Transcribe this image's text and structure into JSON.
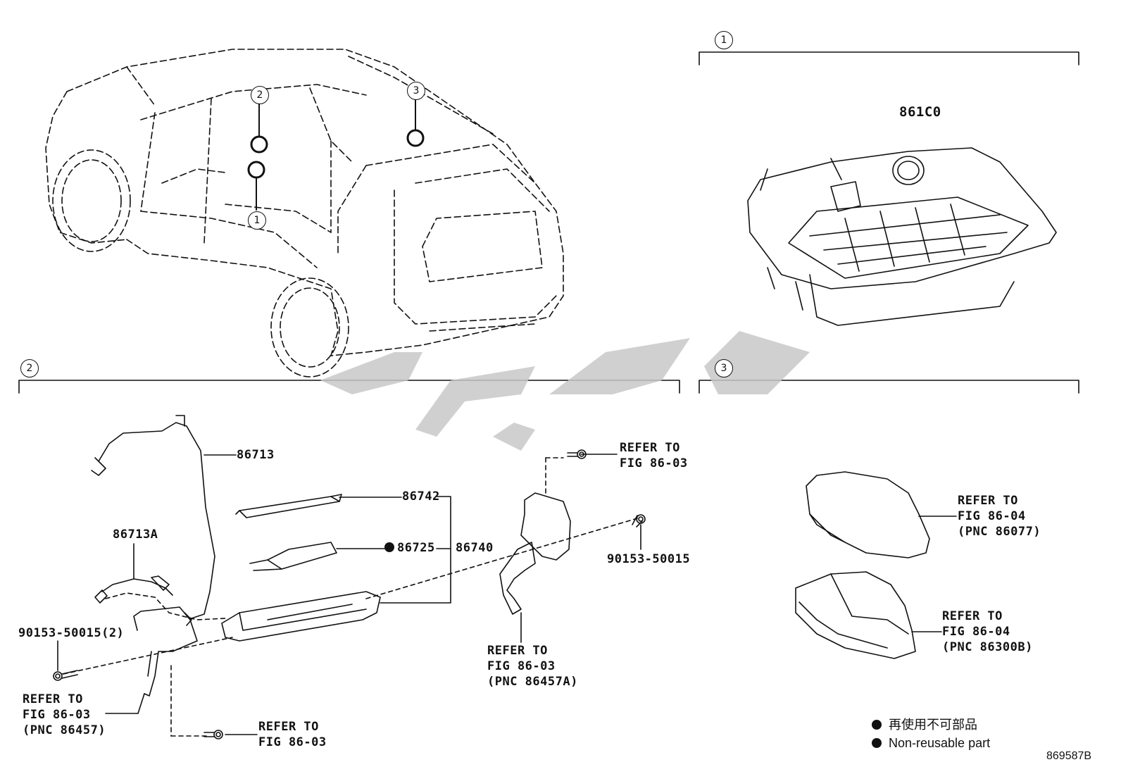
{
  "sections": {
    "s1": "1",
    "s2": "2",
    "s3": "3"
  },
  "car_callouts": [
    "2",
    "3",
    "1"
  ],
  "section1": {
    "part": "861C0"
  },
  "section2": {
    "p86713": "86713",
    "p86713A": "86713A",
    "p86742": "86742",
    "p86725": "86725",
    "p86740": "86740",
    "bolt_right": "90153-50015",
    "bolt_left": "90153-50015(2)",
    "refer_top_right": [
      "REFER TO",
      "FIG 86-03"
    ],
    "refer_bracket": [
      "REFER TO",
      "FIG 86-03",
      "(PNC 86457A)"
    ],
    "refer_left": [
      "REFER TO",
      "FIG 86-03",
      "(PNC 86457)"
    ],
    "refer_bottom": [
      "REFER TO",
      "FIG 86-03"
    ]
  },
  "section3": {
    "refer_a": [
      "REFER TO",
      "FIG 86-04",
      "(PNC 86077)"
    ],
    "refer_b": [
      "REFER TO",
      "FIG 86-04",
      "(PNC 86300B)"
    ]
  },
  "legend": {
    "jp": "再使用不可部品",
    "en": "Non-reusable part"
  },
  "diagram_code": "869587B",
  "colors": {
    "line": "#111111",
    "watermark": "#c8c8c8"
  }
}
